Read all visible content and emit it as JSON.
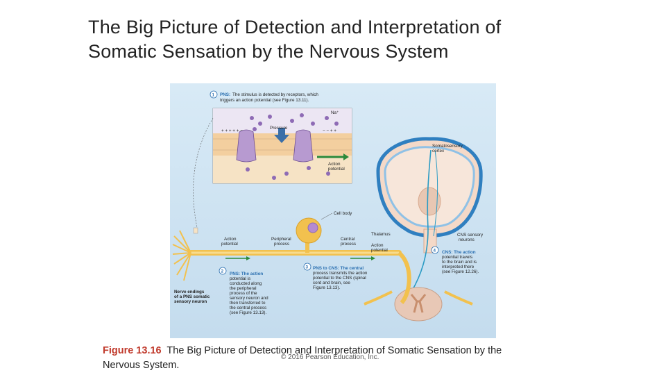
{
  "slide": {
    "title_line1": "The Big Picture of Detection and Interpretation of",
    "title_line2": "Somatic Sensation by the Nervous System"
  },
  "figure": {
    "step1_num": "1",
    "step1_head": "PNS:",
    "step1_text_a": "The stimulus is detected by receptors, which",
    "step1_text_b": "triggers an action potential (see Figure 13.11).",
    "na": "Na⁺",
    "pressure": "Pressure",
    "action_potential_a": "Action",
    "action_potential_b": "potential",
    "somatosensory_a": "Somatosensory",
    "somatosensory_b": "cortex",
    "cell_body": "Cell body",
    "thalamus": "Thalamus",
    "cns_neurons_a": "CNS sensory",
    "cns_neurons_b": "neurons",
    "left_ap_a": "Action",
    "left_ap_b": "potential",
    "peripheral_a": "Peripheral",
    "peripheral_b": "process",
    "central_a": "Central",
    "central_b": "process",
    "right_ap_a": "Action",
    "right_ap_b": "potential",
    "step2_num": "2",
    "step2_lines": [
      "PNS: The action",
      "potential is",
      "conducted along",
      "the peripheral",
      "process of the",
      "sensory neuron and",
      "then transferred to",
      "the central process",
      "(see Figure 13.13)."
    ],
    "step3_num": "3",
    "step3_lines": [
      "PNS to CNS: The central",
      "process transmits the action",
      "potential to the CNS (spinal",
      "cord and brain, see",
      "Figure 13.13)."
    ],
    "step4_num": "4",
    "step4_lines": [
      "CNS: The action",
      "potential travels",
      "to the brain and is",
      "interpreted there",
      "(see Figure 12.26)."
    ],
    "nerve_endings_lines": [
      "Nerve endings",
      "of a PNS somatic",
      "sensory neuron"
    ]
  },
  "caption": {
    "fig_num": "Figure 13.16",
    "text_line1": "The Big Picture of Detection and Interpretation of Somatic Sensation by the",
    "text_line2": "Nervous System."
  },
  "copyright": "© 2016 Pearson Education, Inc.",
  "colors": {
    "figure_bg": "#cfe3f3",
    "membrane": "#f2c89e",
    "channel": "#b79ad0",
    "ion": "#8e6bb5",
    "neuron": "#f2c14e",
    "cns_pathway": "#2a9bc4",
    "fig_num": "#c0392b"
  }
}
